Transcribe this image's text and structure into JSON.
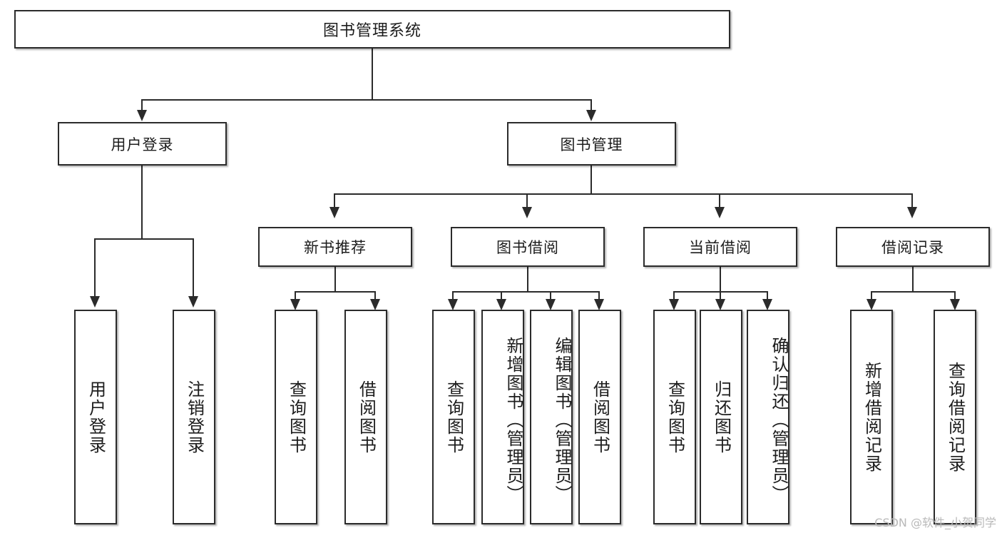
{
  "diagram": {
    "type": "tree-hierarchy",
    "title": "图书管理系统",
    "root": {
      "label": "图书管理系统"
    },
    "level2": [
      {
        "label": "用户登录"
      },
      {
        "label": "图书管理"
      }
    ],
    "level3": [
      {
        "label": "新书推荐"
      },
      {
        "label": "图书借阅"
      },
      {
        "label": "当前借阅"
      },
      {
        "label": "借阅记录"
      }
    ],
    "leaves": {
      "user_login": [
        {
          "label": "用户登录"
        },
        {
          "label": "注销登录"
        }
      ],
      "new_book_recommend": [
        {
          "label": "查询图书"
        },
        {
          "label": "借阅图书"
        }
      ],
      "book_borrow": [
        {
          "label": "查询图书"
        },
        {
          "label": "新增图书（管理员）"
        },
        {
          "label": "编辑图书（管理员）"
        },
        {
          "label": "借阅图书"
        }
      ],
      "current_borrow": [
        {
          "label": "查询图书"
        },
        {
          "label": "归还图书"
        },
        {
          "label": "确认归还（管理员）"
        }
      ],
      "borrow_record": [
        {
          "label": "新增借阅记录"
        },
        {
          "label": "查询借阅记录"
        }
      ]
    }
  },
  "watermark": {
    "text": "CSDN @软件_小贺同学"
  },
  "colors": {
    "border": "#2b2b2b",
    "background": "#ffffff",
    "text": "#1c1c1c",
    "watermark": "#b9b9b9"
  }
}
